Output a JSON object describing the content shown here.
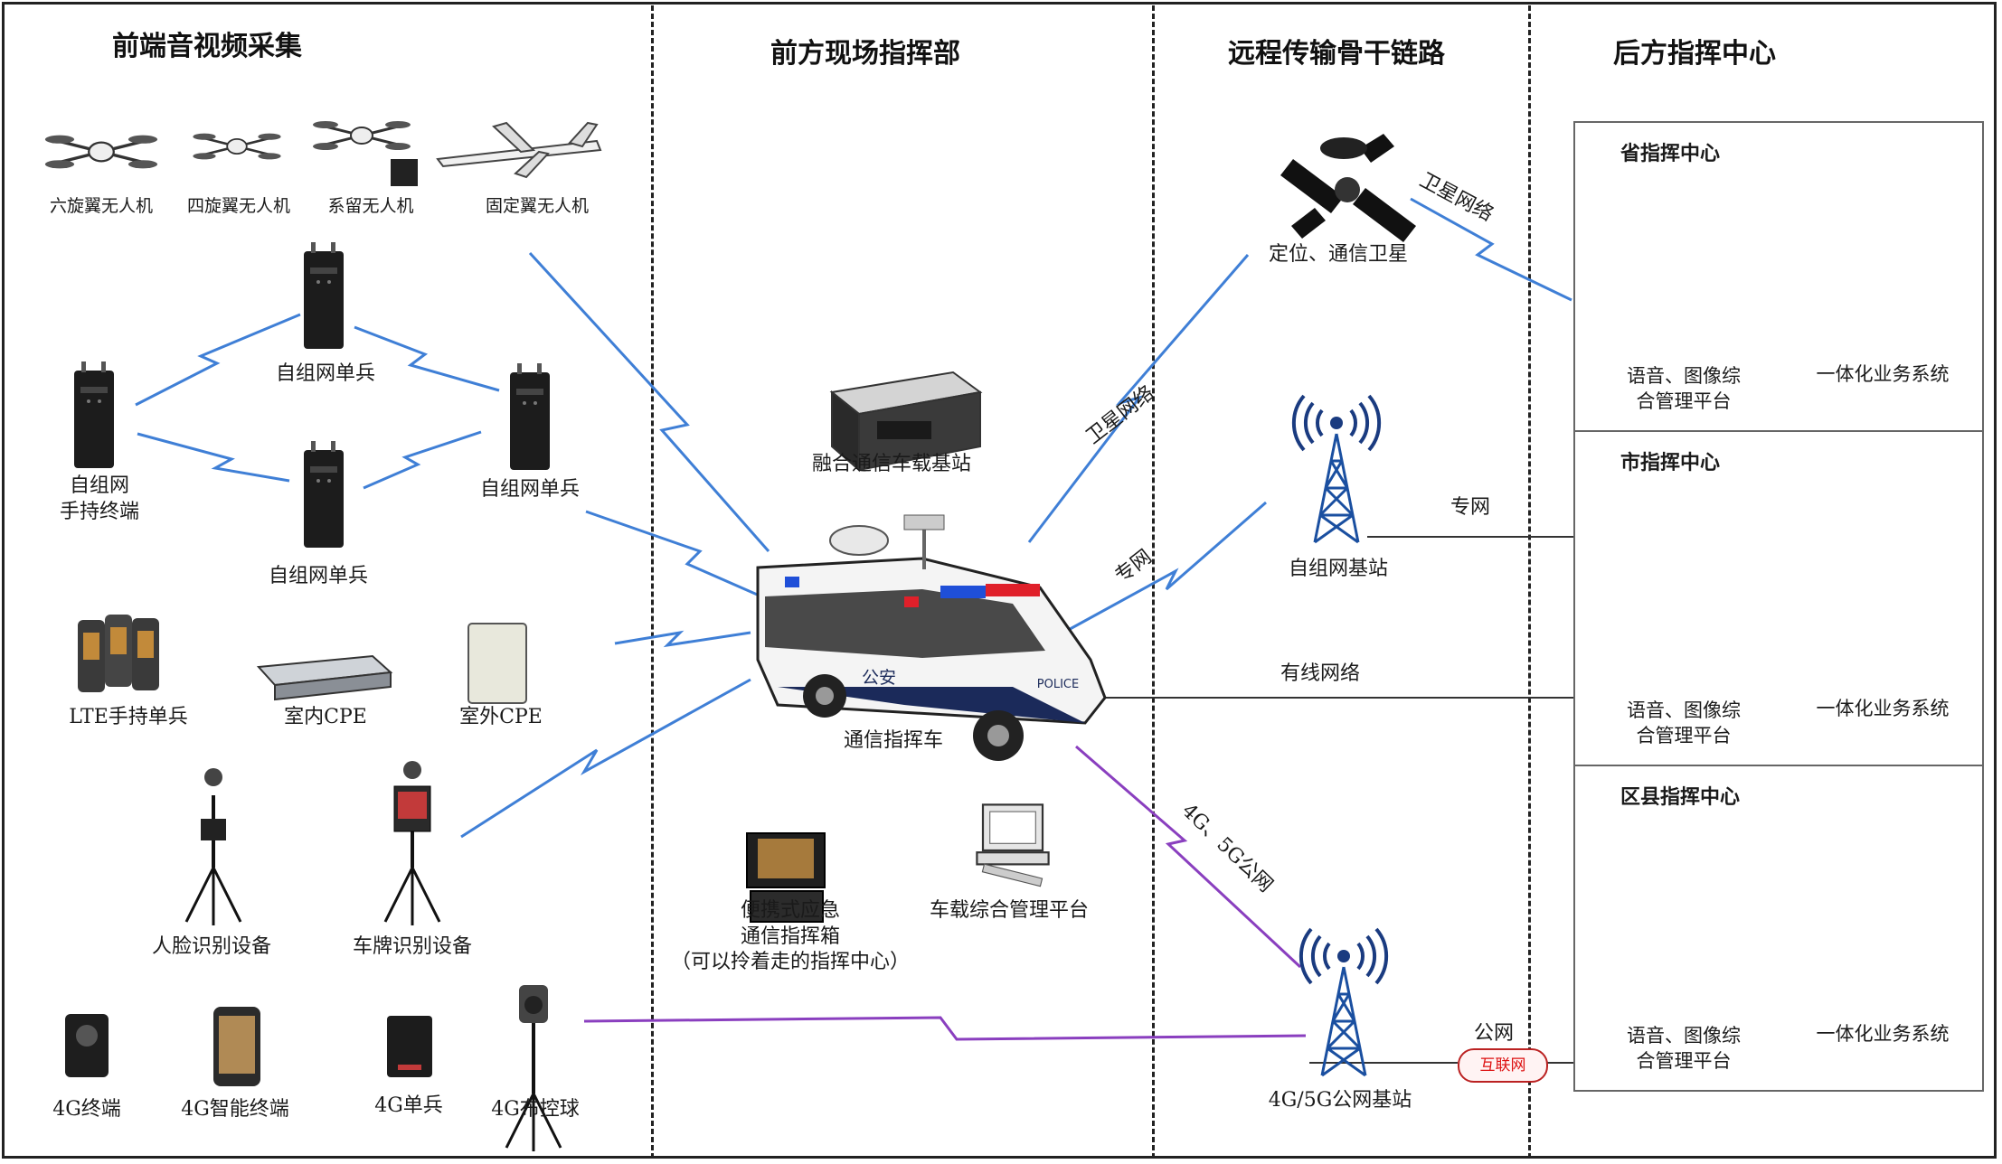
{
  "sections": {
    "front": "前端音视频采集",
    "field": "前方现场指挥部",
    "backbone": "远程传输骨干链路",
    "rear": "后方指挥中心"
  },
  "front": {
    "drones": [
      "六旋翼无人机",
      "四旋翼无人机",
      "系留无人机",
      "固定翼无人机"
    ],
    "mesh_soldier": "自组网单兵",
    "mesh_handheld": "自组网\n手持终端",
    "lte_handheld": "LTE手持单兵",
    "indoor_cpe": "室内CPE",
    "outdoor_cpe": "室外CPE",
    "face_recognition": "人脸识别设备",
    "plate_recognition": "车牌识别设备",
    "terminal_4g": "4G终端",
    "smart_terminal_4g": "4G智能终端",
    "soldier_4g": "4G单兵",
    "dome_camera_4g": "4G布控球"
  },
  "field": {
    "vehicle_base_station": "融合通信车载基站",
    "command_vehicle": "通信指挥车",
    "vehicle_markings": {
      "gongan": "公安",
      "police": "POLICE"
    },
    "portable_box": "便携式应急\n通信指挥箱\n（可以拎着走的指挥中心）",
    "vehicle_platform": "车载综合管理平台"
  },
  "backbone": {
    "satellite": "定位、通信卫星",
    "satellite_net_1": "卫星网络",
    "satellite_net_2": "卫星网络",
    "private_net_1": "专网",
    "private_net_2": "专网",
    "mesh_base_station": "自组网基站",
    "wired_net": "有线网络",
    "public_net_link": "4G、5G公网",
    "public_base_station": "4G/5G公网基站",
    "public_net": "公网",
    "internet": "互联网"
  },
  "centers": [
    {
      "title": "省指挥中心",
      "platform": "语音、图像综\n合管理平台",
      "system": "一体化业务系统"
    },
    {
      "title": "市指挥中心",
      "platform": "语音、图像综\n合管理平台",
      "system": "一体化业务系统"
    },
    {
      "title": "区县指挥中心",
      "platform": "语音、图像综\n合管理平台",
      "system": "一体化业务系统"
    }
  ],
  "colors": {
    "wireless_link": "#3f7fd6",
    "public_link": "#8a3fbf",
    "org_root": "#e01010",
    "org_child": "#17d417",
    "border": "#222222",
    "siren_red": "#e0202a",
    "siren_blue": "#1f4fd8"
  },
  "icons": {
    "drone": "drone-icon",
    "radio": "radio-icon",
    "server": "server-icon",
    "computer": "computer-icon",
    "tower": "signal-tower-icon",
    "satellite": "satellite-icon",
    "vehicle": "police-van-icon",
    "tripod": "tripod-camera-icon"
  }
}
